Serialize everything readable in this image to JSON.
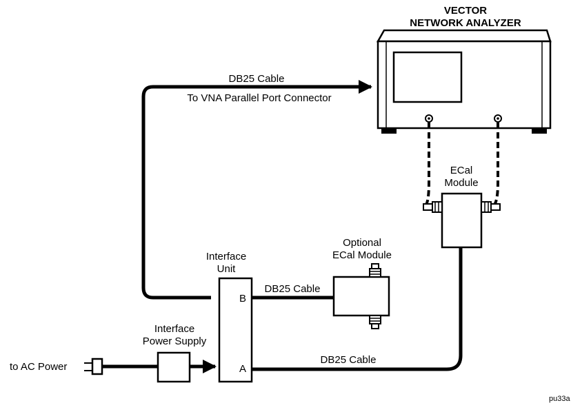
{
  "vna": {
    "title_line1": "VECTOR",
    "title_line2": "NETWORK ANALYZER"
  },
  "top_cable": {
    "label": "DB25 Cable",
    "sublabel": "To VNA Parallel Port Connector"
  },
  "ecal_module": {
    "line1": "ECal",
    "line2": "Module"
  },
  "optional_module": {
    "line1": "Optional",
    "line2": "ECal Module"
  },
  "interface_unit": {
    "line1": "Interface",
    "line2": "Unit",
    "port_b": "B",
    "port_a": "A"
  },
  "power_supply": {
    "line1": "Interface",
    "line2": "Power Supply"
  },
  "cable_b_label": "DB25 Cable",
  "cable_a_label": "DB25 Cable",
  "ac_power_label": "to AC Power",
  "figure_id": "pu33a"
}
